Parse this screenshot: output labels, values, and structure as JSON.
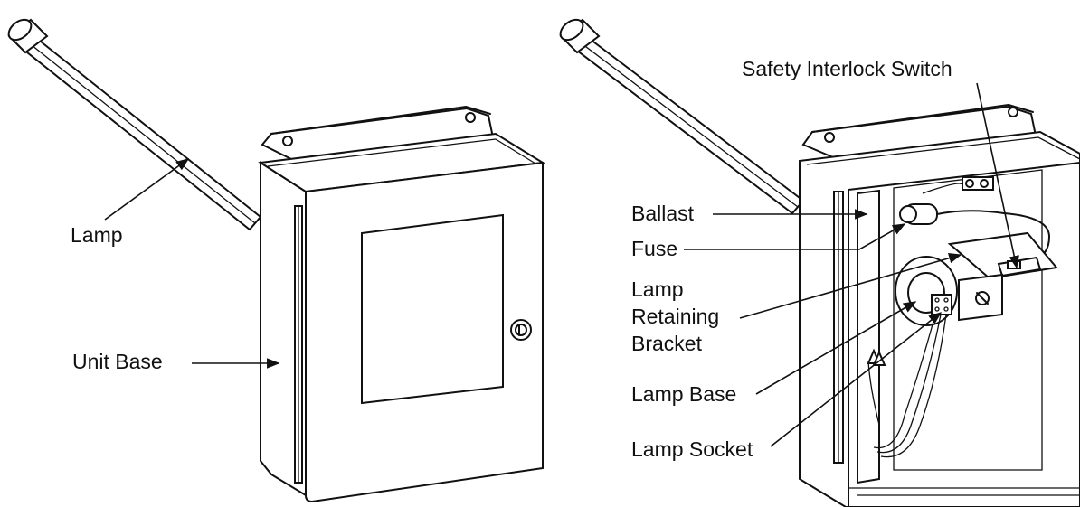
{
  "labels": {
    "lamp": "Lamp",
    "unit_base": "Unit Base",
    "safety_interlock_switch": "Safety Interlock Switch",
    "ballast": "Ballast",
    "fuse": "Fuse",
    "lamp_retaining_bracket": [
      "Lamp",
      "Retaining",
      "Bracket"
    ],
    "lamp_base": "Lamp Base",
    "lamp_socket": "Lamp Socket"
  },
  "colors": {
    "line": "#111111",
    "background": "#ffffff"
  }
}
